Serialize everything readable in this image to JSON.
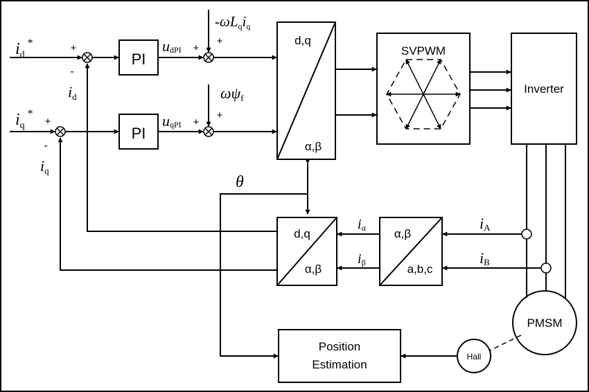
{
  "blocks": {
    "pi_d": "PI",
    "pi_q": "PI",
    "dq_to_ab_top": "d,q",
    "dq_to_ab_bottom": "α,β",
    "svpwm": "SVPWM",
    "inverter": "Inverter",
    "park_top": "d,q",
    "park_bottom": "α,β",
    "clarke_top": "α,β",
    "clarke_bottom": "a,b,c",
    "pmsm": "PMSM",
    "hall": "Hall",
    "position_estimation_line1": "Position",
    "position_estimation_line2": "Estimation"
  },
  "signals": {
    "id_ref": {
      "main": "i",
      "sub": "d",
      "sup": "*"
    },
    "iq_ref": {
      "main": "i",
      "sub": "q",
      "sup": "*"
    },
    "id_fb": {
      "main": "i",
      "sub": "d"
    },
    "iq_fb": {
      "main": "i",
      "sub": "q"
    },
    "udpi": {
      "main": "u",
      "sub": "dPI"
    },
    "uqpi": {
      "main": "u",
      "sub": "qPI"
    },
    "decouple_d": {
      "pre": "-ωL",
      "sub": "q",
      "post": "i",
      "sub2": "q"
    },
    "decouple_q": {
      "main": "ωψ",
      "sub": "f"
    },
    "theta": "θ",
    "i_alpha": {
      "main": "i",
      "sub": "α"
    },
    "i_beta": {
      "main": "i",
      "sub": "β"
    },
    "i_A": {
      "main": "i",
      "sub": "A"
    },
    "i_B": {
      "main": "i",
      "sub": "B"
    }
  },
  "signs": {
    "sum1_plus": "+",
    "sum1_minus": "-",
    "sum2_plus": "+",
    "sum2_minus": "-",
    "sum3_plus_left": "+",
    "sum3_plus_top": "+",
    "sum4_plus_left": "+",
    "sum4_plus_top": "+"
  }
}
